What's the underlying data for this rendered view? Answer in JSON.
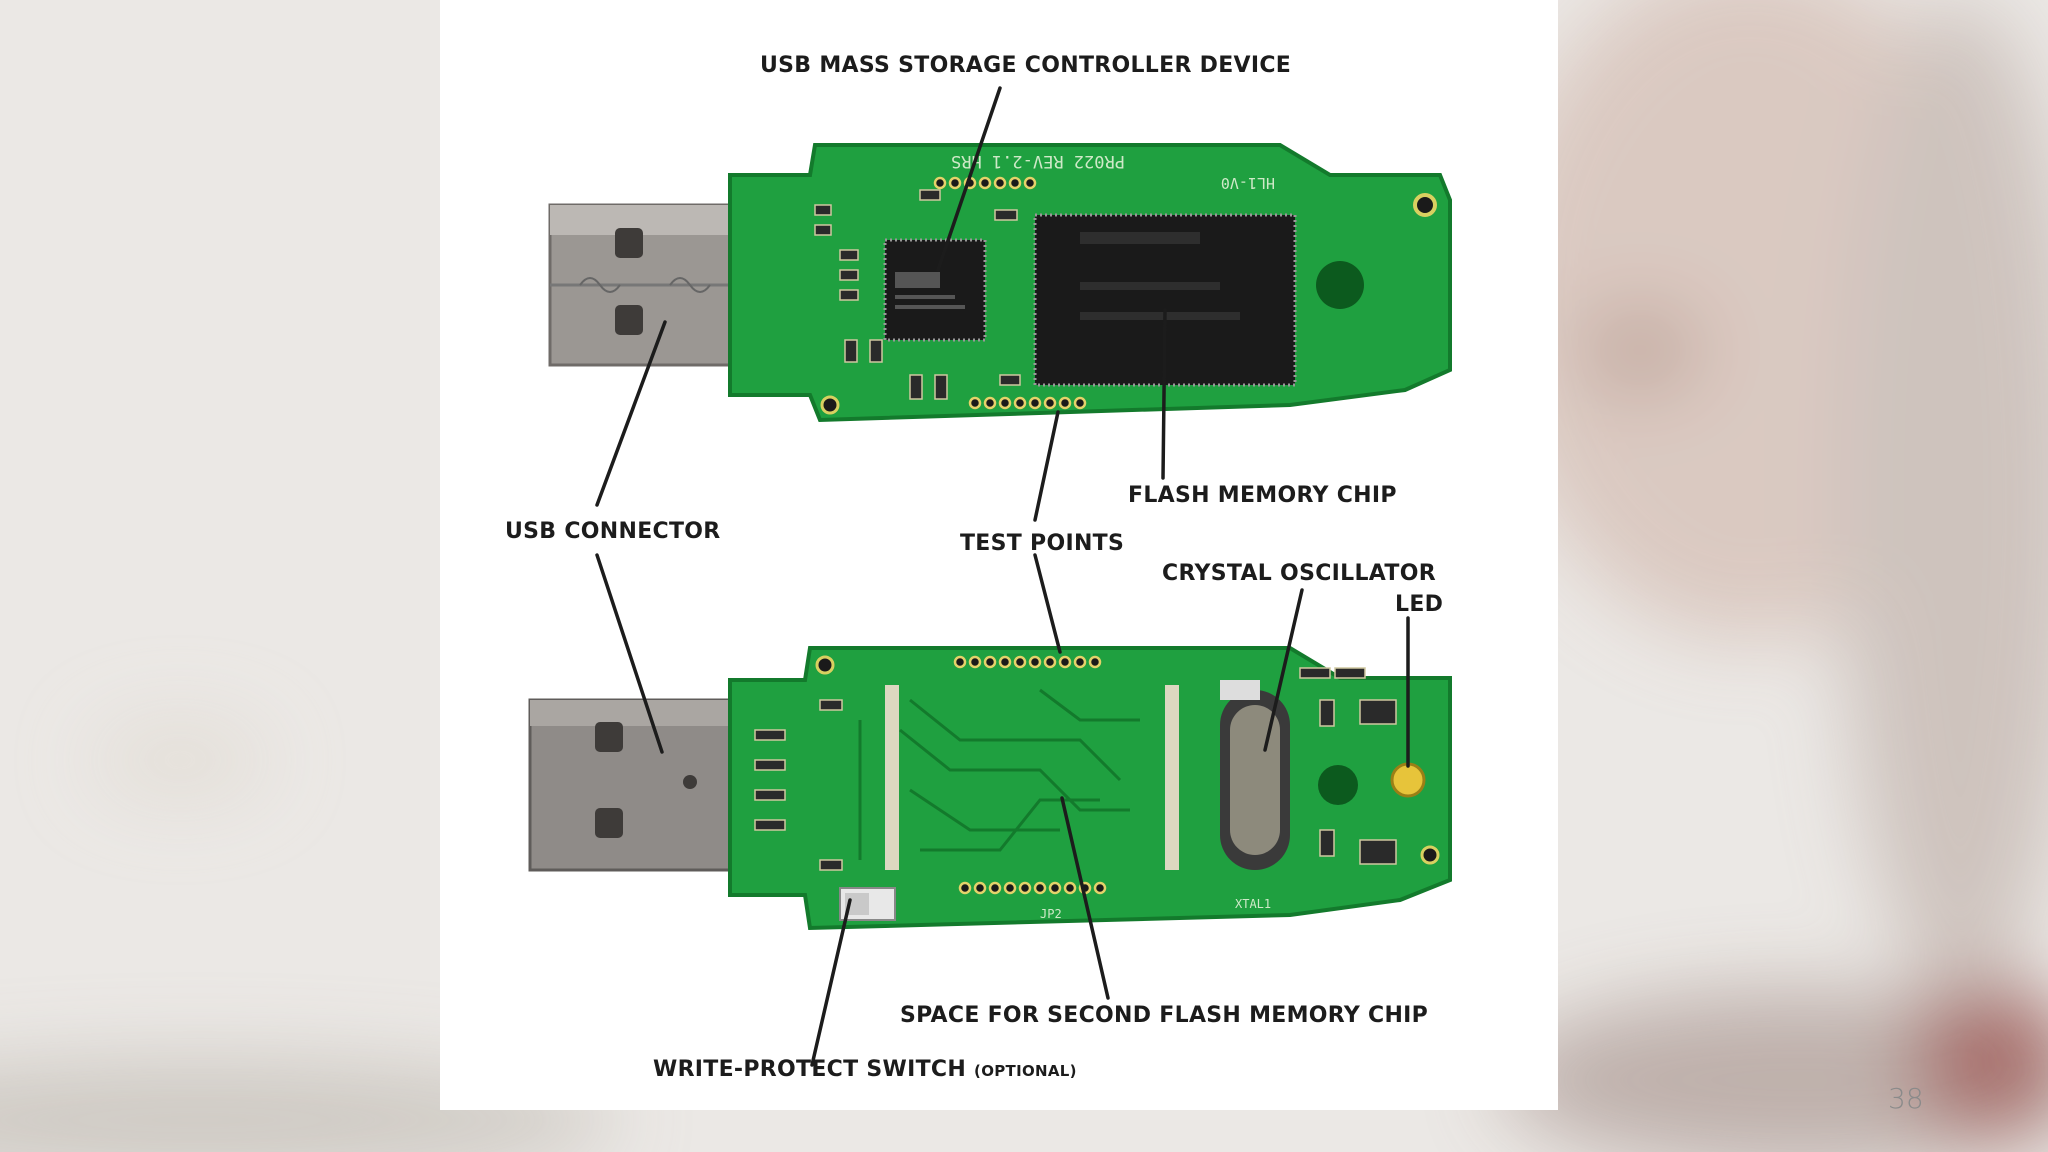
{
  "labels": {
    "controller": "USB MASS STORAGE CONTROLLER DEVICE",
    "flash_chip": "FLASH MEMORY CHIP",
    "usb_connector": "USB CONNECTOR",
    "test_points": "TEST POINTS",
    "crystal": "CRYSTAL OSCILLATOR",
    "led": "LED",
    "second_flash": "SPACE FOR SECOND FLASH MEMORY CHIP",
    "write_protect": "WRITE-PROTECT SWITCH",
    "write_protect_note": "(OPTIONAL)"
  },
  "pcb_silkscreen": {
    "top_rev": "PR022 REV-2.1 HRS",
    "top_id": "HL1-V0",
    "bottom_xtal": "XTAL1",
    "bottom_jp": "JP2"
  },
  "page_number": "38",
  "colors": {
    "pcb_green": "#1fa040",
    "pcb_dark": "#137a2c",
    "connector_metal": "#9b9793",
    "chip_black": "#1a1a1a",
    "text": "#1c1c1c"
  }
}
